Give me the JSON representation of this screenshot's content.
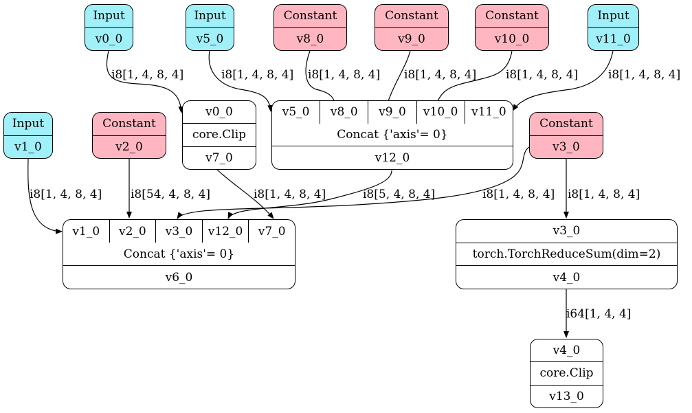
{
  "colors": {
    "input": "#a0f0fa",
    "constant": "#ffb6c1",
    "op": "#ffffff",
    "stroke": "#000000"
  },
  "nodes": {
    "in_v0": {
      "type": "Input",
      "name": "v0_0"
    },
    "in_v5": {
      "type": "Input",
      "name": "v5_0"
    },
    "c_v8": {
      "type": "Constant",
      "name": "v8_0"
    },
    "c_v9": {
      "type": "Constant",
      "name": "v9_0"
    },
    "c_v10": {
      "type": "Constant",
      "name": "v10_0"
    },
    "in_v11": {
      "type": "Input",
      "name": "v11_0"
    },
    "in_v1": {
      "type": "Input",
      "name": "v1_0"
    },
    "c_v2": {
      "type": "Constant",
      "name": "v2_0"
    },
    "c_v3": {
      "type": "Constant",
      "name": "v3_0"
    },
    "clip1": {
      "inputs": [
        "v0_0"
      ],
      "op": "core.Clip",
      "output": "v7_0"
    },
    "concat12": {
      "inputs": [
        "v5_0",
        "v8_0",
        "v9_0",
        "v10_0",
        "v11_0"
      ],
      "op": "Concat {'axis'= 0}",
      "output": "v12_0"
    },
    "concat6": {
      "inputs": [
        "v1_0",
        "v2_0",
        "v3_0",
        "v12_0",
        "v7_0"
      ],
      "op": "Concat {'axis'= 0}",
      "output": "v6_0"
    },
    "reduce": {
      "inputs": [
        "v3_0"
      ],
      "op": "torch.TorchReduceSum(dim=2)",
      "output": "v4_0"
    },
    "clip2": {
      "inputs": [
        "v4_0"
      ],
      "op": "core.Clip",
      "output": "v13_0"
    }
  },
  "edge_labels": {
    "e_v0_clip": "i8[1, 4, 8, 4]",
    "e_v5_concat": "i8[1, 4, 8, 4]",
    "e_v8_concat": "i8[1, 4, 8, 4]",
    "e_v9_concat": "i8[1, 4, 8, 4]",
    "e_v10_concat": "i8[1, 4, 8, 4]",
    "e_v11_concat": "i8[1, 4, 8, 4]",
    "e_v1_concat6": "i8[1, 4, 8, 4]",
    "e_v2_concat6": "i8[54, 4, 8, 4]",
    "e_clip_concat6": "i8[1, 4, 8, 4]",
    "e_v12_concat6": "i8[5, 4, 8, 4]",
    "e_v3_concat6": "i8[1, 4, 8, 4]",
    "e_v3_reduce": "i8[1, 4, 8, 4]",
    "e_v4_clip2": "i64[1, 4, 4]"
  }
}
